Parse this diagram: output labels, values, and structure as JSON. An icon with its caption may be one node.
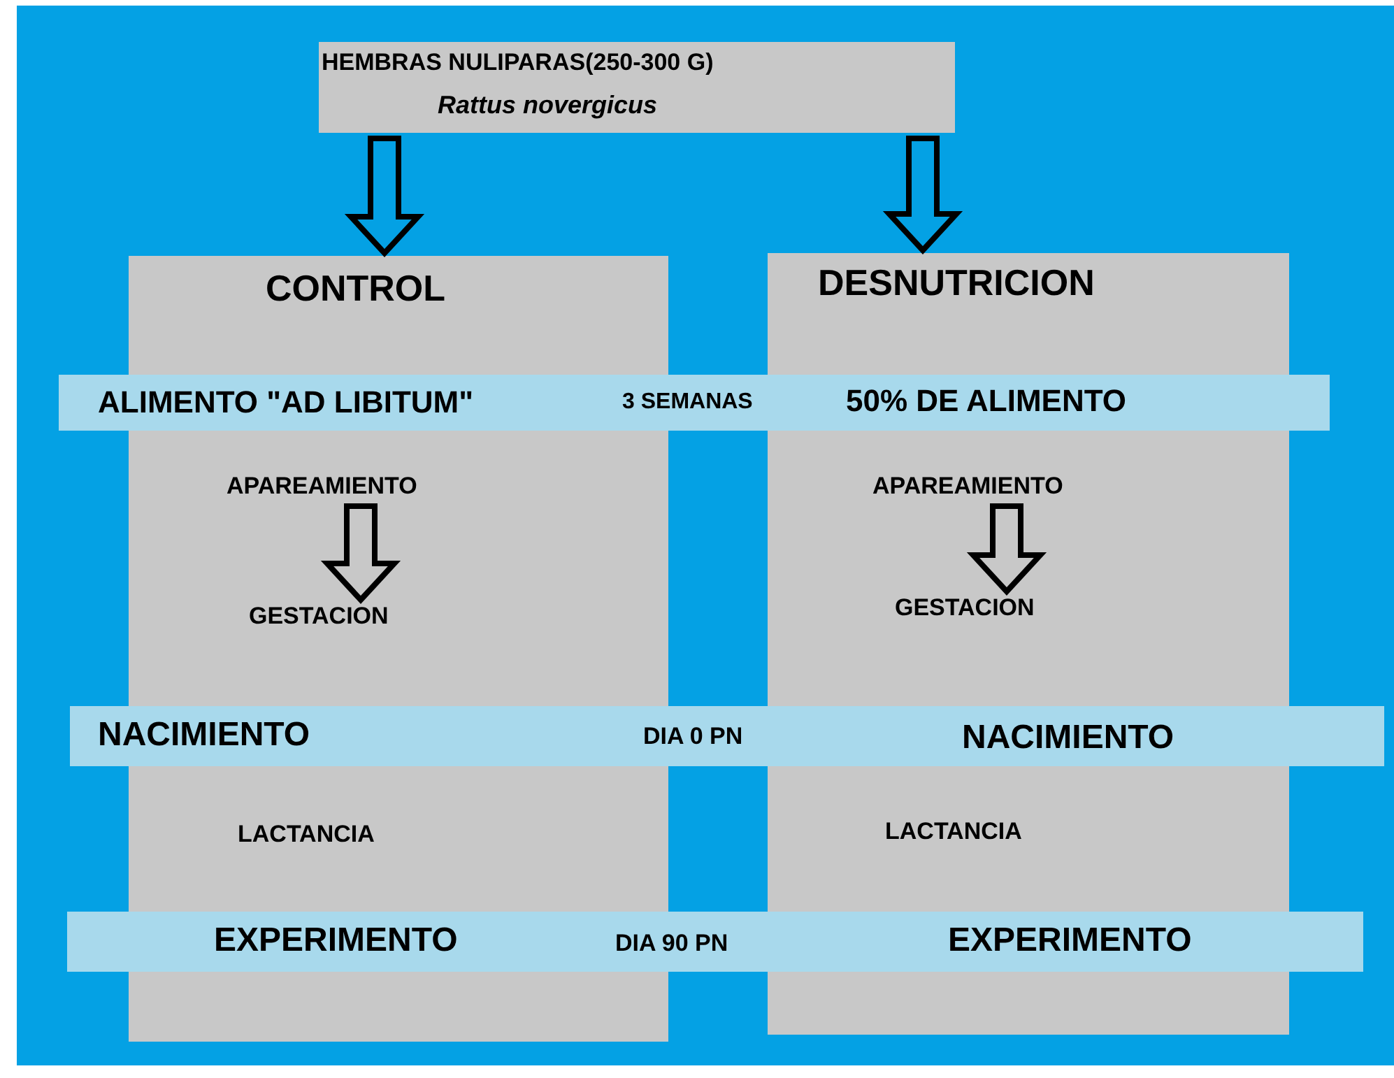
{
  "diagram": {
    "nodes": [
      {
        "text": [
          "HEMBRAS  NULIPARAS(250-300 G)",
          "Rattus  novergicus"
        ]
      },
      {
        "text": [
          "CONTROL"
        ]
      },
      {
        "text": [
          "DESNUTRICION"
        ]
      },
      {
        "text": [
          "ALIMENTO \"AD LIBITUM\"",
          "3 SEMANAS",
          "50% DE ALIMENTO"
        ]
      },
      {
        "text": [
          "APAREAMIENTO"
        ],
        "in": 1
      },
      {
        "text": [
          "GESTACION"
        ],
        "in": 1
      },
      {
        "text": [
          "APAREAMIENTO"
        ],
        "in": 2
      },
      {
        "text": [
          "GESTACION"
        ],
        "in": 2
      },
      {
        "text": [
          "NACIMIENTO",
          "DIA 0 PN",
          "NACIMIENTO"
        ]
      },
      {
        "text": [
          "EXPERIMENTO",
          "DIA  90 PN",
          "EXPERIMENTO"
        ]
      }
    ],
    "edges": [
      {
        "from": 0,
        "to": 1,
        "arrow": "to"
      },
      {
        "from": 0,
        "to": 2,
        "arrow": "to"
      },
      {
        "from": 4,
        "to": 5,
        "arrow": "to"
      },
      {
        "from": 6,
        "to": 7,
        "arrow": "to"
      }
    ],
    "labels": [
      "LACTANCIA",
      "LACTANCIA"
    ]
  }
}
